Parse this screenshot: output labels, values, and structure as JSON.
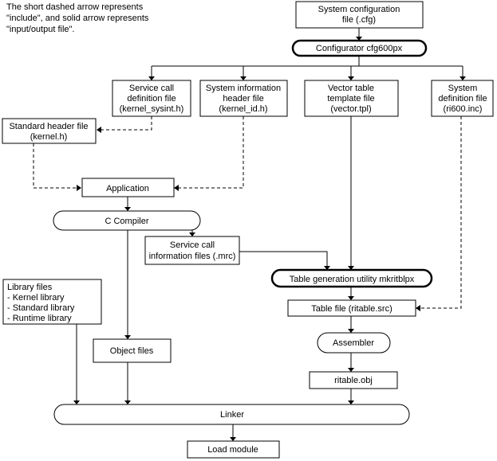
{
  "note": {
    "lines": [
      "The  short  dashed  arrow  represents",
      "\"include\",  and  solid  arrow  represents",
      "\"input/output file\"."
    ]
  },
  "nodes": {
    "sys_config": [
      "System configuration",
      "file (.cfg)"
    ],
    "configurator": [
      "Configurator cfg600px"
    ],
    "service_call_def": [
      "Service call",
      "definition file",
      "(kernel_sysint.h)"
    ],
    "sys_info_header": [
      "System information",
      "header file",
      "(kernel_id.h)"
    ],
    "vector_table": [
      "Vector table",
      "template file",
      "(vector.tpl)"
    ],
    "sys_def": [
      "System",
      "definition file",
      "(ri600.inc)"
    ],
    "std_header": [
      "Standard header file",
      "(kernel.h)"
    ],
    "application": [
      "Application"
    ],
    "c_compiler": [
      "C Compiler"
    ],
    "service_call_info": [
      "Service call",
      "information files (.mrc)"
    ],
    "table_gen": [
      "Table generation utility mkritblpx"
    ],
    "library": [
      "Library files",
      "- Kernel library",
      "- Standard library",
      "- Runtime library"
    ],
    "table_file": [
      "Table file (ritable.src)"
    ],
    "object_files": [
      "Object files"
    ],
    "assembler": [
      "Assembler"
    ],
    "ritable_obj": [
      "ritable.obj"
    ],
    "linker": [
      "Linker"
    ],
    "load_module": [
      "Load module"
    ]
  }
}
